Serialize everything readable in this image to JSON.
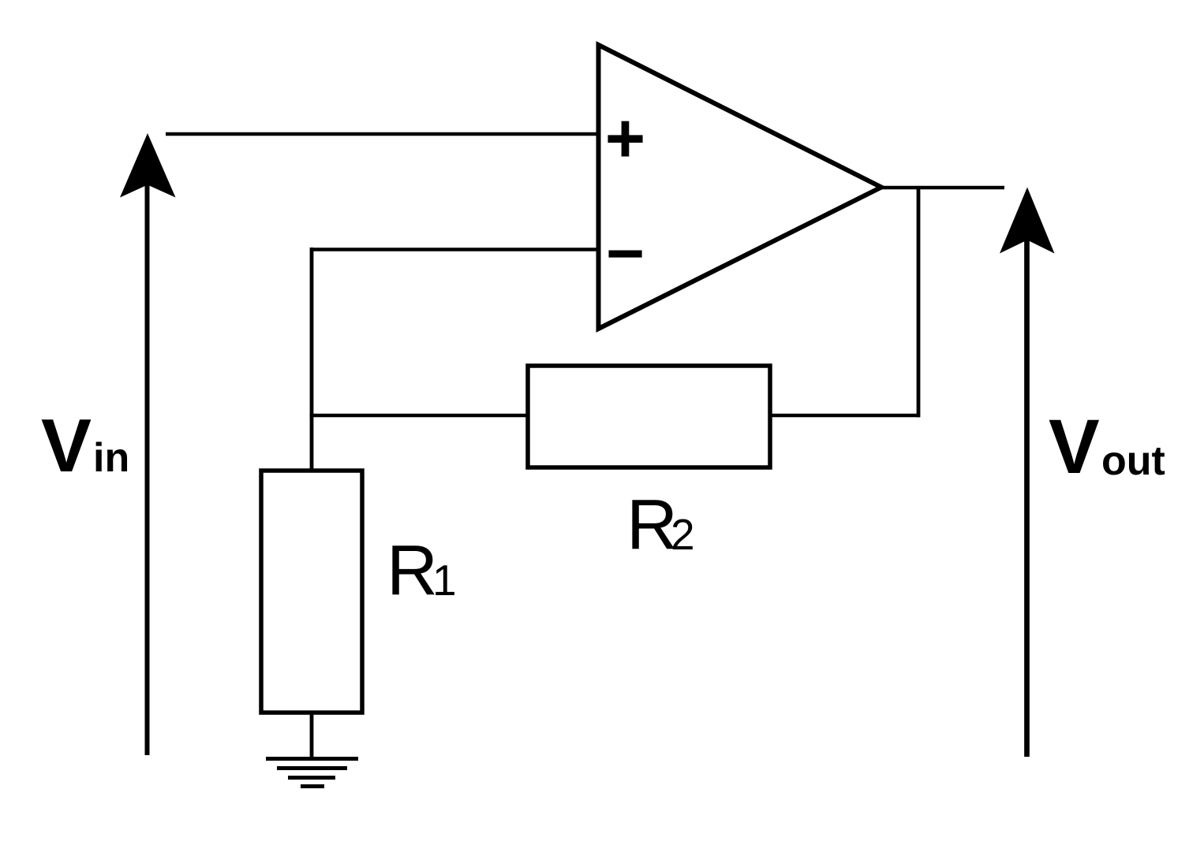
{
  "colors": {
    "ink": "#000000",
    "background": "#ffffff"
  },
  "labels": {
    "v_in": {
      "base": "V",
      "sub": "in"
    },
    "v_out": {
      "base": "V",
      "sub": "out"
    },
    "r1": {
      "base": "R",
      "sub": "1"
    },
    "r2": {
      "base": "R",
      "sub": "2"
    }
  },
  "opamp": {
    "noninverting_input_sign": "+",
    "inverting_input_sign": "−"
  },
  "icons": {
    "opamp": "rightward-triangle-opamp",
    "ground": "four-bar-earth-ground",
    "vin_arrow": "up-arrow",
    "vout_arrow": "up-arrow"
  }
}
